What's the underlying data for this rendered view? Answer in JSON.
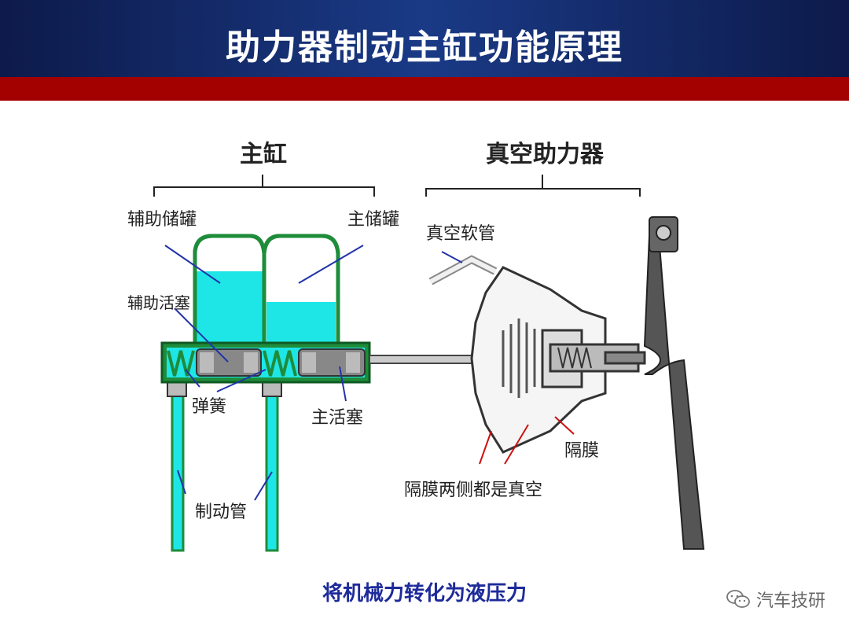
{
  "header": {
    "title": "助力器制动主缸功能原理"
  },
  "diagram": {
    "section_master": "主缸",
    "section_booster": "真空助力器",
    "labels": {
      "aux_reservoir": "辅助储罐",
      "main_reservoir": "主储罐",
      "aux_piston": "辅助活塞",
      "spring": "弹簧",
      "main_piston": "主活塞",
      "brake_pipe": "制动管",
      "vacuum_hose": "真空软管",
      "diaphragm": "隔膜",
      "both_sides_vacuum": "隔膜两侧都是真空"
    }
  },
  "caption": "将机械力转化为液压力",
  "watermark": {
    "text": "汽车技研",
    "icon": "wechat-icon"
  },
  "colors": {
    "header_blue": "#1a3a86",
    "stripe_red": "#a30000",
    "fluid_cyan": "#1ee6e6",
    "cylinder_green": "#1e8c3a",
    "caption_blue": "#1d2a9a"
  }
}
